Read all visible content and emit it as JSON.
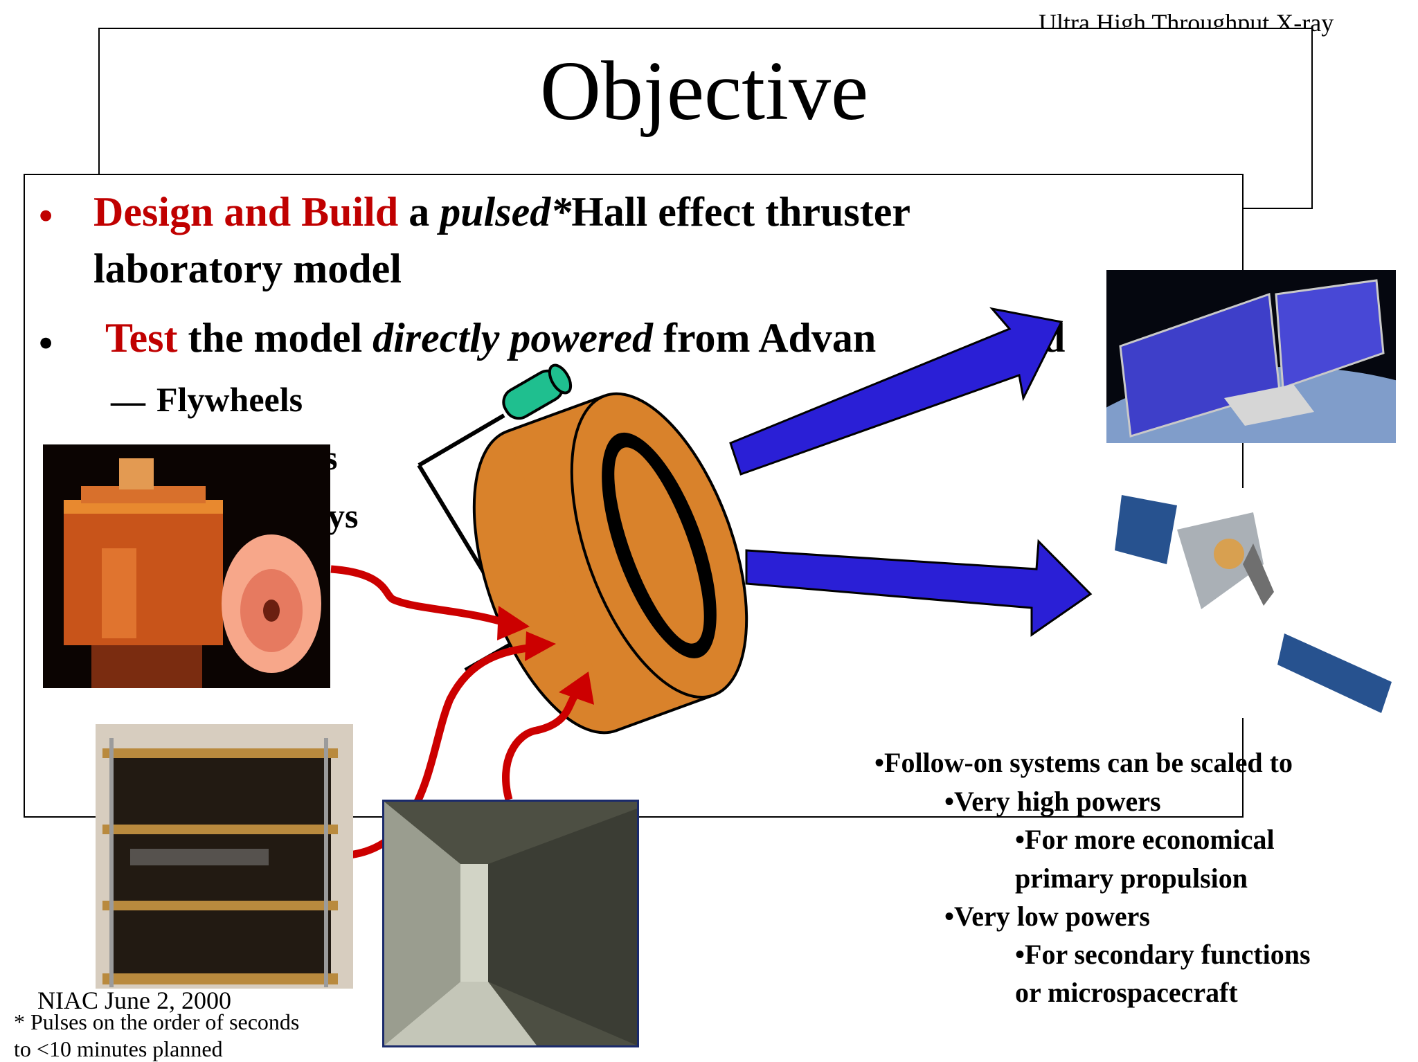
{
  "header": {
    "running_title": "Ultra High Throughput X-ray",
    "title": "Objective"
  },
  "bullets": {
    "b1_red": "Design and Build",
    "b1_a": " a ",
    "b1_pulsed": "pulsed*",
    "b1_rest": "Hall effect thruster",
    "b1_line2": "laboratory model",
    "b2_red": "Test",
    "b2_a": " the model ",
    "b2_ital": "directly powered",
    "b2_rest": " from Advan",
    "b2_tail": "d",
    "sub1": "Flywheels",
    "sub2_partial": "s",
    "sub3_partial": "ays"
  },
  "follow_on": {
    "l1": "•Follow-on systems can be scaled to",
    "l2": "•Very high powers",
    "l3": "•For more economical",
    "l4": "primary propulsion",
    "l5": "•Very low powers",
    "l6": "•For secondary functions",
    "l7": "or microspacecraft"
  },
  "footer": {
    "date": "NIAC June 2, 2000",
    "note1": "* Pulses on the order of seconds",
    "note2": "to <10 minutes planned"
  },
  "colors": {
    "red_text": "#c00000",
    "blue_arrow": "#2a1fd6",
    "red_arrow": "#cc0000",
    "thruster_orange": "#d9822b",
    "resistor_green": "#1fbf8f"
  }
}
